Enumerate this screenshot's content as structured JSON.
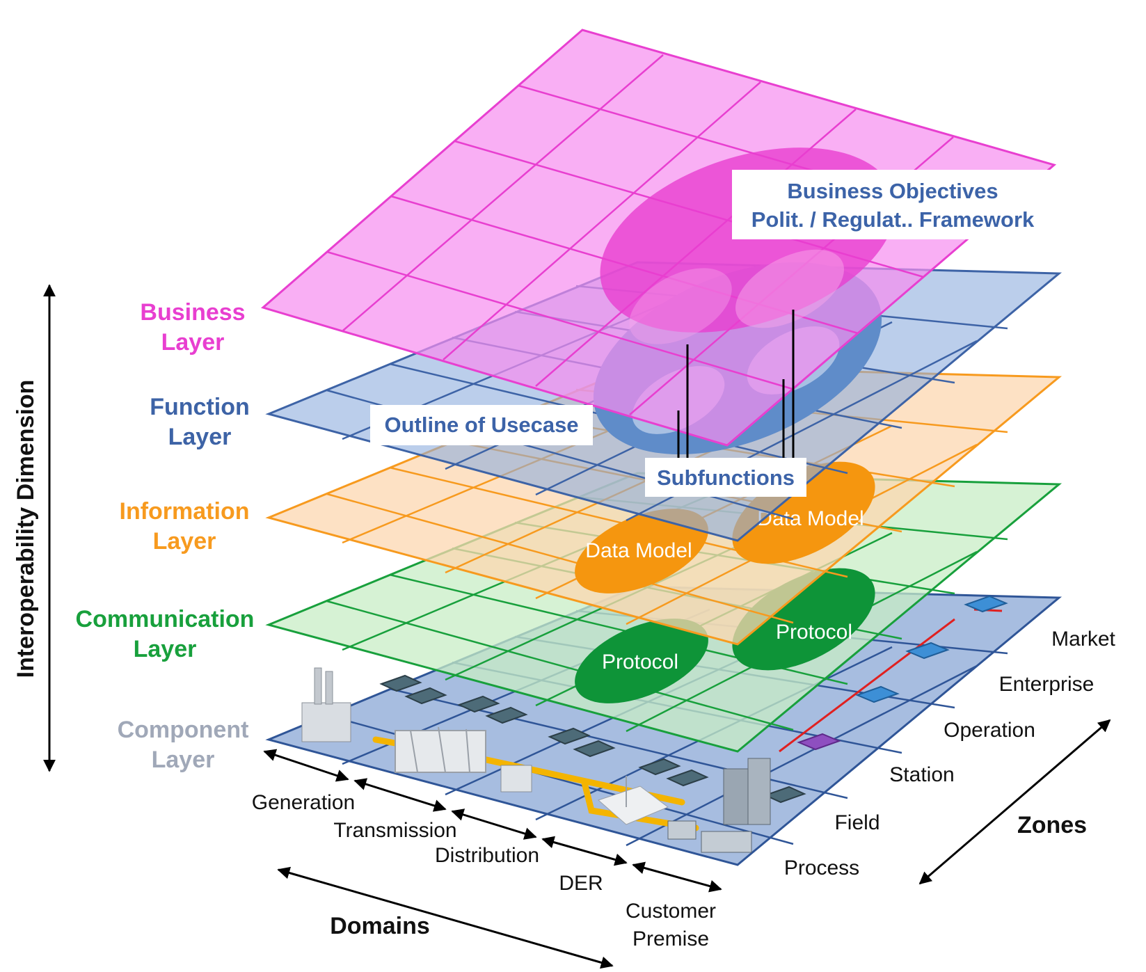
{
  "colors": {
    "business": "#e83fd0",
    "function": "#3d63a6",
    "information": "#f79a1e",
    "communication": "#18a03c",
    "component": "#a0a8b8",
    "text_dark": "#111111"
  },
  "layers": [
    {
      "id": "business",
      "line1": "Business",
      "line2": "Layer"
    },
    {
      "id": "function",
      "line1": "Function",
      "line2": "Layer"
    },
    {
      "id": "information",
      "line1": "Information",
      "line2": "Layer"
    },
    {
      "id": "communication",
      "line1": "Communication",
      "line2": "Layer"
    },
    {
      "id": "component",
      "line1": "Component",
      "line2": "Layer"
    }
  ],
  "vertical_axis": "Interoperability Dimension",
  "domains_title": "Domains",
  "domains": [
    "Generation",
    "Transmission",
    "Distribution",
    "DER",
    "Customer",
    "Premise"
  ],
  "zones_title": "Zones",
  "zones": [
    "Market",
    "Enterprise",
    "Operation",
    "Station",
    "Field",
    "Process"
  ],
  "callouts": {
    "business_objectives_1": "Business Objectives",
    "business_objectives_2": "Polit. / Regulat.. Framework",
    "usecase": "Outline of Usecase",
    "subfunctions": "Subfunctions"
  },
  "ellipses": {
    "data_model": "Data Model",
    "protocol": "Protocol"
  }
}
